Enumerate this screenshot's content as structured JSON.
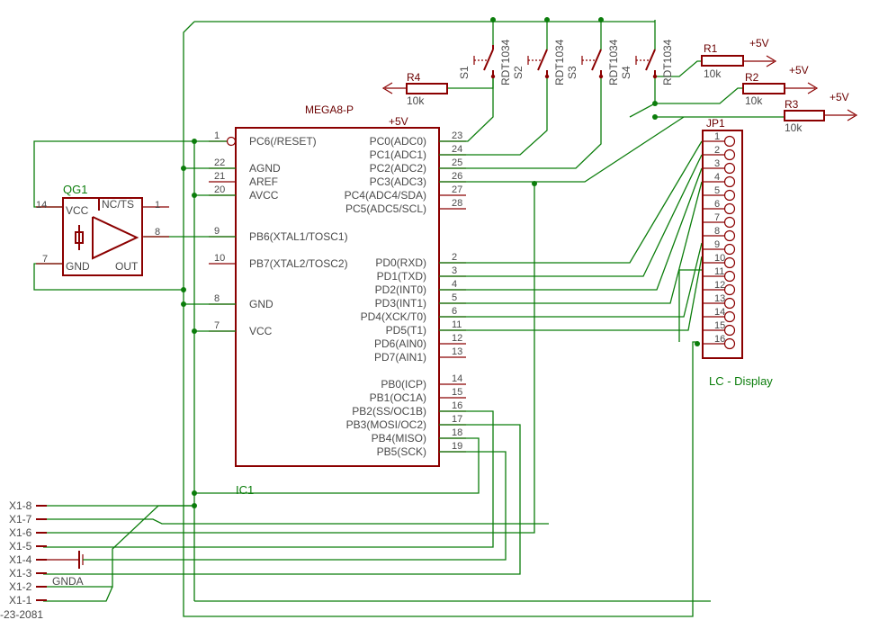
{
  "ic": {
    "part": "MEGA8-P",
    "ref": "IC1",
    "supply": "+5V",
    "left_pins": [
      {
        "num": "1",
        "name": "PC6(/RESET)"
      },
      {
        "num": "22",
        "name": "AGND"
      },
      {
        "num": "21",
        "name": "AREF"
      },
      {
        "num": "20",
        "name": "AVCC"
      },
      {
        "num": "9",
        "name": "PB6(XTAL1/TOSC1)"
      },
      {
        "num": "10",
        "name": "PB7(XTAL2/TOSC2)"
      },
      {
        "num": "8",
        "name": "GND"
      },
      {
        "num": "7",
        "name": "VCC"
      }
    ],
    "right_pins": [
      {
        "num": "23",
        "name": "PC0(ADC0)"
      },
      {
        "num": "24",
        "name": "PC1(ADC1)"
      },
      {
        "num": "25",
        "name": "PC2(ADC2)"
      },
      {
        "num": "26",
        "name": "PC3(ADC3)"
      },
      {
        "num": "27",
        "name": "PC4(ADC4/SDA)"
      },
      {
        "num": "28",
        "name": "PC5(ADC5/SCL)"
      },
      {
        "num": "2",
        "name": "PD0(RXD)"
      },
      {
        "num": "3",
        "name": "PD1(TXD)"
      },
      {
        "num": "4",
        "name": "PD2(INT0)"
      },
      {
        "num": "5",
        "name": "PD3(INT1)"
      },
      {
        "num": "6",
        "name": "PD4(XCK/T0)"
      },
      {
        "num": "11",
        "name": "PD5(T1)"
      },
      {
        "num": "12",
        "name": "PD6(AIN0)"
      },
      {
        "num": "13",
        "name": "PD7(AIN1)"
      },
      {
        "num": "14",
        "name": "PB0(ICP)"
      },
      {
        "num": "15",
        "name": "PB1(OC1A)"
      },
      {
        "num": "16",
        "name": "PB2(SS/OC1B)"
      },
      {
        "num": "17",
        "name": "PB3(MOSI/OC2)"
      },
      {
        "num": "18",
        "name": "PB4(MISO)"
      },
      {
        "num": "19",
        "name": "PB5(SCK)"
      }
    ]
  },
  "oscillator": {
    "ref": "QG1",
    "vcc": "VCC",
    "ncts": "NC/TS",
    "gnd": "GND",
    "out": "OUT",
    "pin14": "14",
    "pin1": "1",
    "pin7": "7",
    "pin8": "8"
  },
  "switches": [
    {
      "ref": "S1",
      "part": "RDT1034"
    },
    {
      "ref": "S2",
      "part": "RDT1034"
    },
    {
      "ref": "S3",
      "part": "RDT1034"
    },
    {
      "ref": "S4",
      "part": "RDT1034"
    }
  ],
  "resistors": [
    {
      "ref": "R1",
      "value": "10k",
      "supply": "+5V"
    },
    {
      "ref": "R2",
      "value": "10k",
      "supply": "+5V"
    },
    {
      "ref": "R3",
      "value": "10k",
      "supply": "+5V"
    },
    {
      "ref": "R4",
      "value": "10k"
    }
  ],
  "connector": {
    "ref": "JP1",
    "caption": "LC - Display",
    "pins": [
      "1",
      "2",
      "3",
      "4",
      "5",
      "6",
      "7",
      "8",
      "9",
      "10",
      "11",
      "12",
      "13",
      "14",
      "15",
      "16"
    ]
  },
  "x1_pins": [
    "X1-8",
    "X1-7",
    "X1-6",
    "X1-5",
    "X1-4",
    "X1-3",
    "X1-2",
    "X1-1"
  ],
  "gnda": "GNDA",
  "footer": "-23-2081"
}
